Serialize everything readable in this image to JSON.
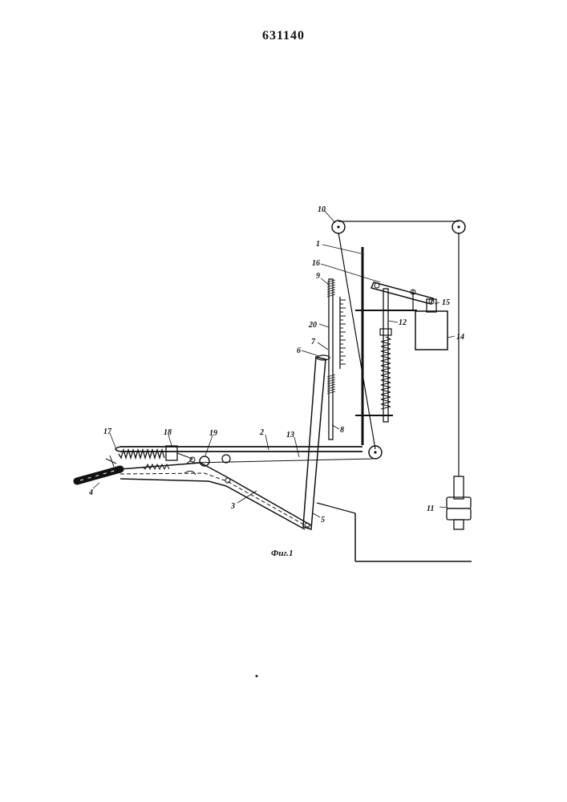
{
  "page_number": "631140",
  "figure_caption": "Фиг.1",
  "labels": {
    "l1": "1",
    "l2": "2",
    "l3": "3",
    "l4": "4",
    "l5": "5",
    "l6": "6",
    "l7": "7",
    "l8": "8",
    "l9": "9",
    "l10": "10",
    "l11": "11",
    "l12": "12",
    "l13": "13",
    "l14": "14",
    "l15": "15",
    "l16": "16",
    "l17": "17",
    "l18": "18",
    "l19": "19",
    "l20": "20"
  }
}
